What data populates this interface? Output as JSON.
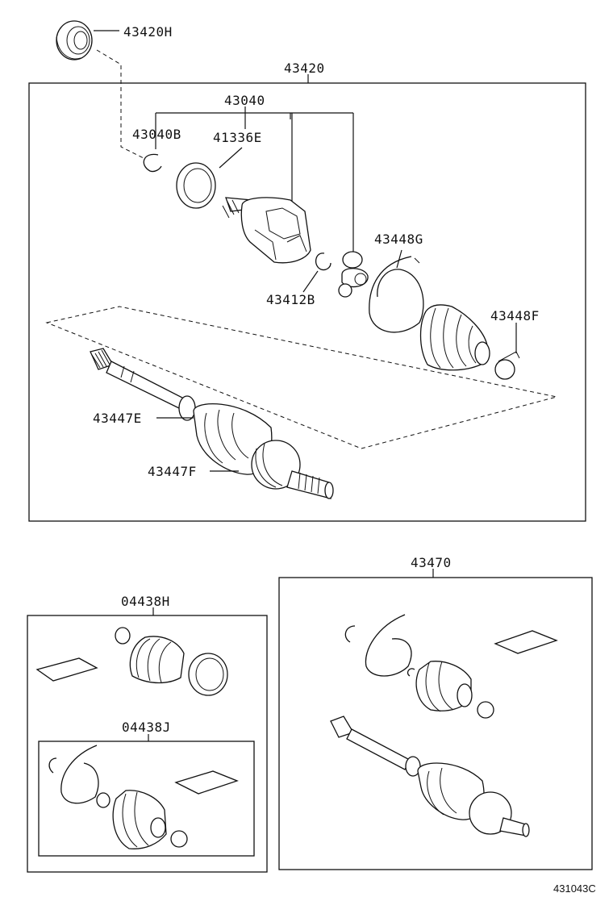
{
  "labels": {
    "p43420H": "43420H",
    "p43420": "43420",
    "p43040": "43040",
    "p43040B": "43040B",
    "p41336E": "41336E",
    "p43448G": "43448G",
    "p43412B": "43412B",
    "p43448F": "43448F",
    "p43447E": "43447E",
    "p43447F": "43447F",
    "p04438H": "04438H",
    "p04438J": "04438J",
    "p43470": "43470",
    "figure_code": "431043C"
  }
}
